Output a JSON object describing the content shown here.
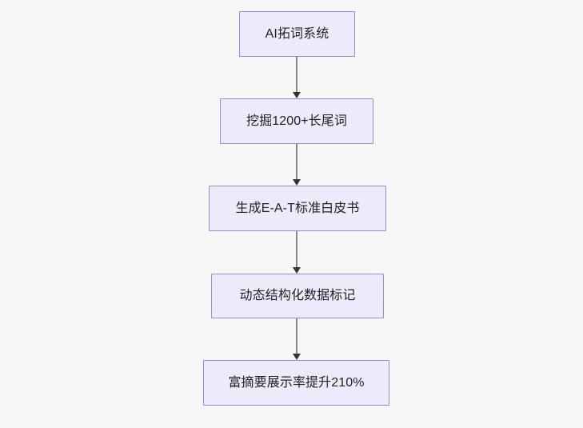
{
  "diagram": {
    "type": "flowchart",
    "orientation": "top-to-bottom",
    "background_color": "#f7f7f8",
    "node_fill_color": "#ecebfb",
    "node_border_color": "#9d85d8",
    "node_text_color": "#1f2020",
    "edge_line_color": "#888888",
    "edge_arrow_color": "#333333",
    "nodes": [
      {
        "id": "n1",
        "label": "AI拓词系统"
      },
      {
        "id": "n2",
        "label": "挖掘1200+长尾词"
      },
      {
        "id": "n3",
        "label": "生成E-A-T标准白皮书"
      },
      {
        "id": "n4",
        "label": "动态结构化数据标记"
      },
      {
        "id": "n5",
        "label": "富摘要展示率提升210%"
      }
    ],
    "edges": [
      {
        "from": "n1",
        "to": "n2",
        "label": ""
      },
      {
        "from": "n2",
        "to": "n3",
        "label": ""
      },
      {
        "from": "n3",
        "to": "n4",
        "label": ""
      },
      {
        "from": "n4",
        "to": "n5",
        "label": ""
      }
    ]
  }
}
